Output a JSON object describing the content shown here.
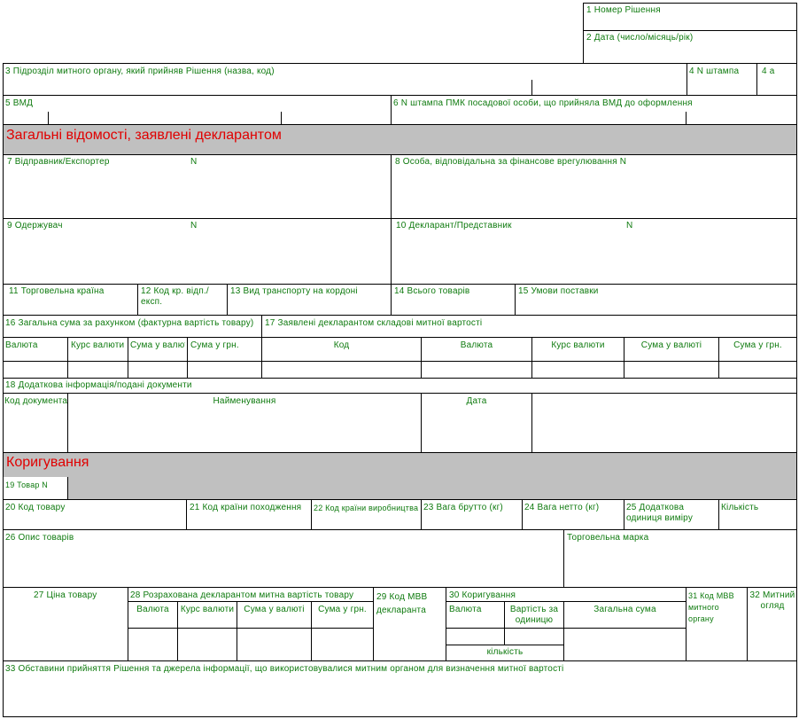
{
  "colors": {
    "label": "#0e7a0e",
    "section": "#e00000",
    "band": "#c0c0c0",
    "line": "#000000"
  },
  "header": {
    "f1": "1 Номер Рішення",
    "f2": "2 Дата (число/місяць/рік)",
    "f3": "3 Підрозділ митного органу, який прийняв Рішення (назва, код)",
    "f4": "4 N штампа",
    "f4a": "4 а",
    "f5": "5 ВМД",
    "f6": "6 N штампа ПМК посадової особи, що прийняла ВМД до оформлення"
  },
  "section1": {
    "title": "Загальні відомості, заявлені декларантом",
    "f7": "7 Відправник/Експортер",
    "f7n": "N",
    "f8": "8 Особа, відповідальна за фінансове врегулювання N",
    "f9": "9 Одержувач",
    "f9n": "N",
    "f10": "10 Декларант/Представник",
    "f10n": "N",
    "f11": "11 Торговельна країна",
    "f12": "12 Код кр. відп./експ.",
    "f13": "13 Вид транспорту на кордоні",
    "f14": "14 Всього товарів",
    "f15": "15 Умови поставки",
    "f16": "16 Загальна сума за рахунком (фактурна вартість товару)",
    "f17": "17 Заявлені декларантом складові митної вартості",
    "f16cols": [
      "Валюта",
      "Курс валюти",
      "Сума у валюті",
      "Сума у грн."
    ],
    "f17cols": [
      "Код",
      "Валюта",
      "Курс валюти",
      "Сума у валюті",
      "Сума у грн."
    ],
    "f18": "18 Додаткова інформація/подані документи",
    "f18cols": [
      "Код документа",
      "Найменування",
      "Дата"
    ]
  },
  "section2": {
    "title": "Коригування",
    "f19": "19 Товар N",
    "f20": "20 Код товару",
    "f21": "21 Код країни походження",
    "f22": "22 Код країни виробництва",
    "f23": "23 Вага брутто (кг)",
    "f24": "24 Вага нетто (кг)",
    "f25": "25 Додаткова одиниця виміру",
    "f25qty": "Кількість",
    "f26": "26 Опис товарів",
    "trademark": "Торговельна марка",
    "f27": "27 Ціна товару",
    "f28": "28 Розрахована декларантом митна вартість товару",
    "f28cols": [
      "Валюта",
      "Курс валюти",
      "Сума у валюті",
      "Сума у грн."
    ],
    "f29": "29 Код МВВ декларанта",
    "f30": "30 Коригування",
    "f30currency": "Валюта",
    "f30unit": "Вартість за одиницю",
    "f30total": "Загальна сума",
    "f30qty": "кількість",
    "f31": "31 Код МВВ митного органу",
    "f32": "32 Митний огляд",
    "f33": "33 Обставини прийняття Рішення та джерела інформації, що використовувалися митним органом для визначення митної вартості"
  }
}
